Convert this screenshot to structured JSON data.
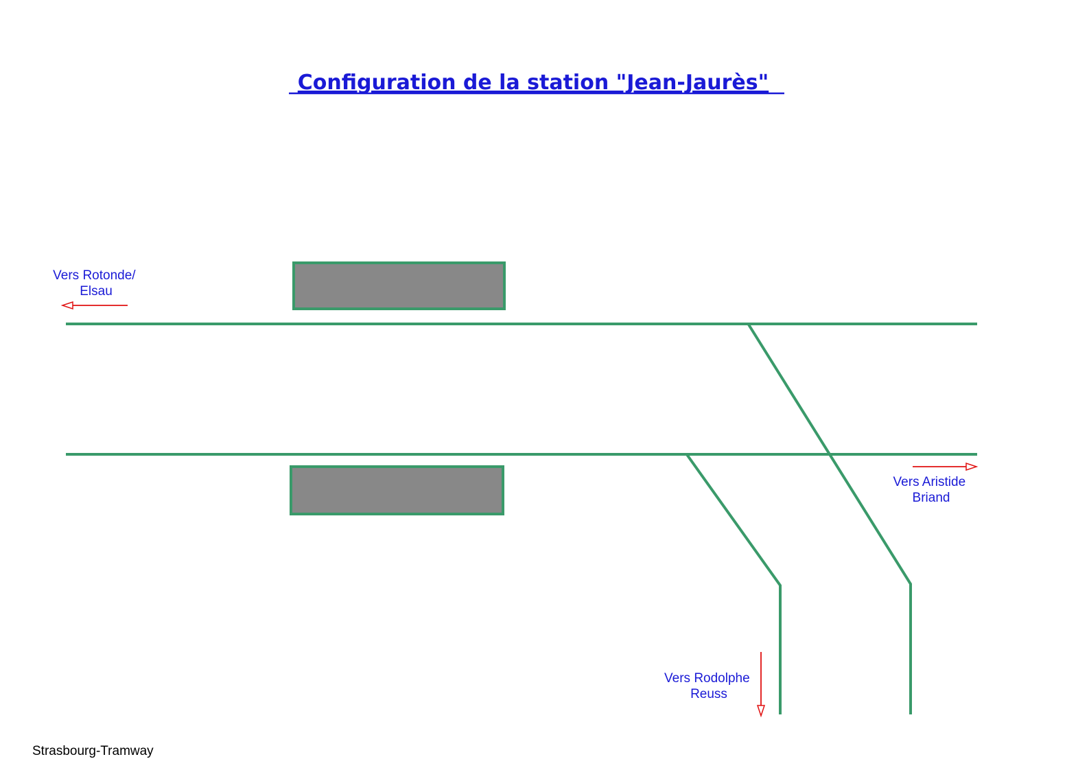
{
  "title": "Configuration de la station \"Jean-Jaurès\"",
  "directions": {
    "rotonde": {
      "line1": "Vers Rotonde/",
      "line2": "Elsau"
    },
    "aristide": {
      "line1": "Vers Aristide",
      "line2": "Briand"
    },
    "rodolphe": {
      "line1": "Vers Rodolphe",
      "line2": "Reuss"
    }
  },
  "footer": "Strasbourg-Tramway",
  "colors": {
    "track": "#3a9a6a",
    "platform_fill": "#888888",
    "platform_border": "#3a9a6a",
    "arrow": "#e01010",
    "label": "#1a1ad6",
    "title": "#1a1ad6",
    "footer": "#000000"
  }
}
